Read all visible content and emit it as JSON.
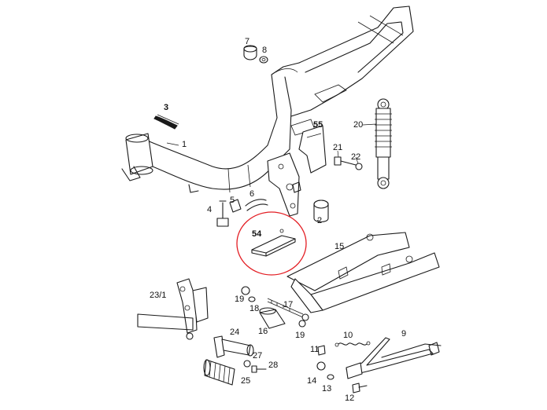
{
  "colors": {
    "ink": "#1a1a1a",
    "highlight": "#e31e24",
    "background": "#ffffff"
  },
  "labels": {
    "p1": "1",
    "p2": "2",
    "p3": "3",
    "p4": "4",
    "p5": "5",
    "p6": "6",
    "p7": "7",
    "p8": "8",
    "p9": "9",
    "p10": "10",
    "p11": "11",
    "p12": "12",
    "p13": "13",
    "p14": "14",
    "p15": "15",
    "p16": "16",
    "p17": "17",
    "p18": "18",
    "p19a": "19",
    "p19b": "19",
    "p20": "20",
    "p21": "21",
    "p22": "22",
    "p23_1": "23/1",
    "p24": "24",
    "p25": "25",
    "p27": "27",
    "p28": "28",
    "p54": "54",
    "p55": "55"
  },
  "highlighted_part": "54"
}
